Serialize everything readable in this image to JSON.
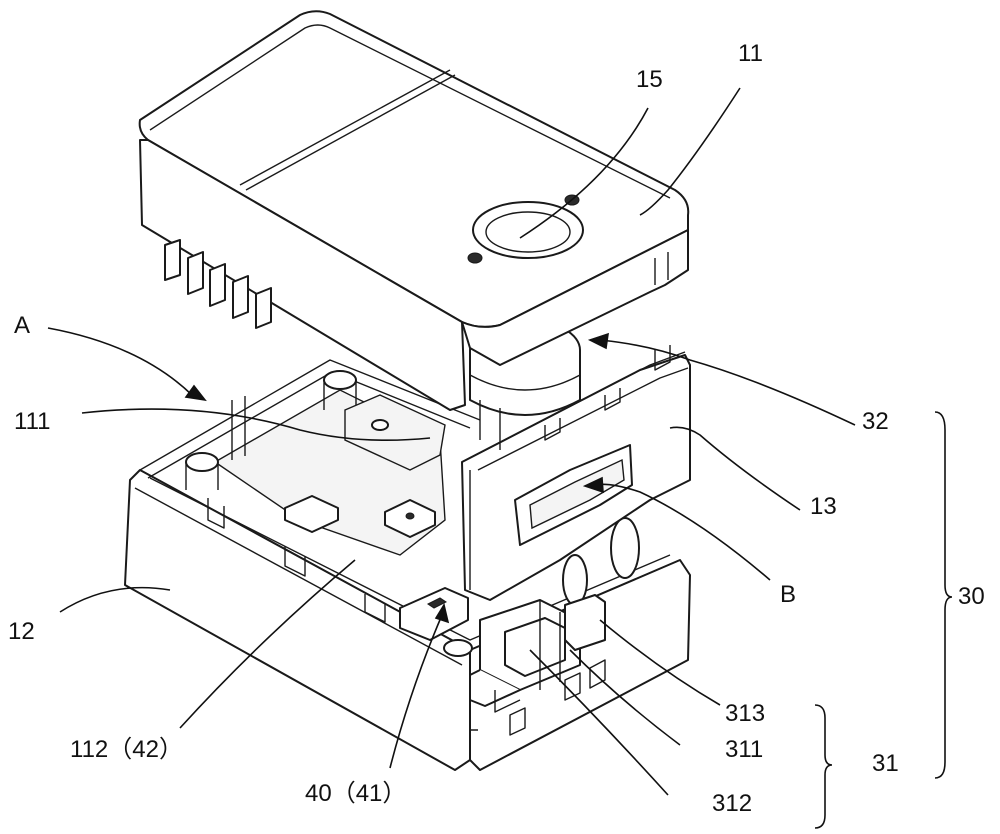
{
  "labels": {
    "l11": "11",
    "l15": "15",
    "lA": "A",
    "l111": "111",
    "l32": "32",
    "l13": "13",
    "lB": "B",
    "l30": "30",
    "l12": "12",
    "l112": "112（42）",
    "l40": "40（41）",
    "l313": "313",
    "l311": "311",
    "l312": "312",
    "l31": "31"
  }
}
